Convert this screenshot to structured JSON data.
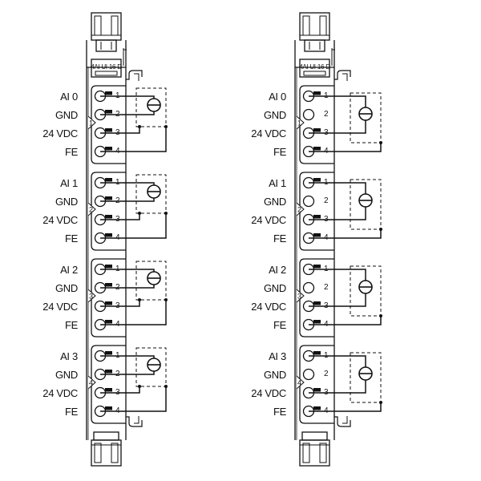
{
  "modules": [
    {
      "label": "4AI-UI-16-D",
      "sensor_wiring": "3-wire",
      "channels": [
        {
          "number": "1",
          "signals": [
            "AI 0",
            "GND",
            "24 VDC",
            "FE"
          ]
        },
        {
          "number": "2",
          "signals": [
            "AI 1",
            "GND",
            "24 VDC",
            "FE"
          ]
        },
        {
          "number": "3",
          "signals": [
            "AI 2",
            "GND",
            "24 VDC",
            "FE"
          ]
        },
        {
          "number": "4",
          "signals": [
            "AI 3",
            "GND",
            "24 VDC",
            "FE"
          ]
        }
      ],
      "pin_numbers": [
        "1",
        "2",
        "3",
        "4"
      ]
    },
    {
      "label": "4AI-UI-16-D",
      "sensor_wiring": "2-wire",
      "channels": [
        {
          "number": "1",
          "signals": [
            "AI 0",
            "GND",
            "24 VDC",
            "FE"
          ]
        },
        {
          "number": "2",
          "signals": [
            "AI 1",
            "GND",
            "24 VDC",
            "FE"
          ]
        },
        {
          "number": "3",
          "signals": [
            "AI 2",
            "GND",
            "24 VDC",
            "FE"
          ]
        },
        {
          "number": "4",
          "signals": [
            "AI 3",
            "GND",
            "24 VDC",
            "FE"
          ]
        }
      ],
      "pin_numbers": [
        "1",
        "2",
        "3",
        "4"
      ]
    }
  ],
  "colors": {
    "line": "#111111",
    "background": "#ffffff"
  }
}
